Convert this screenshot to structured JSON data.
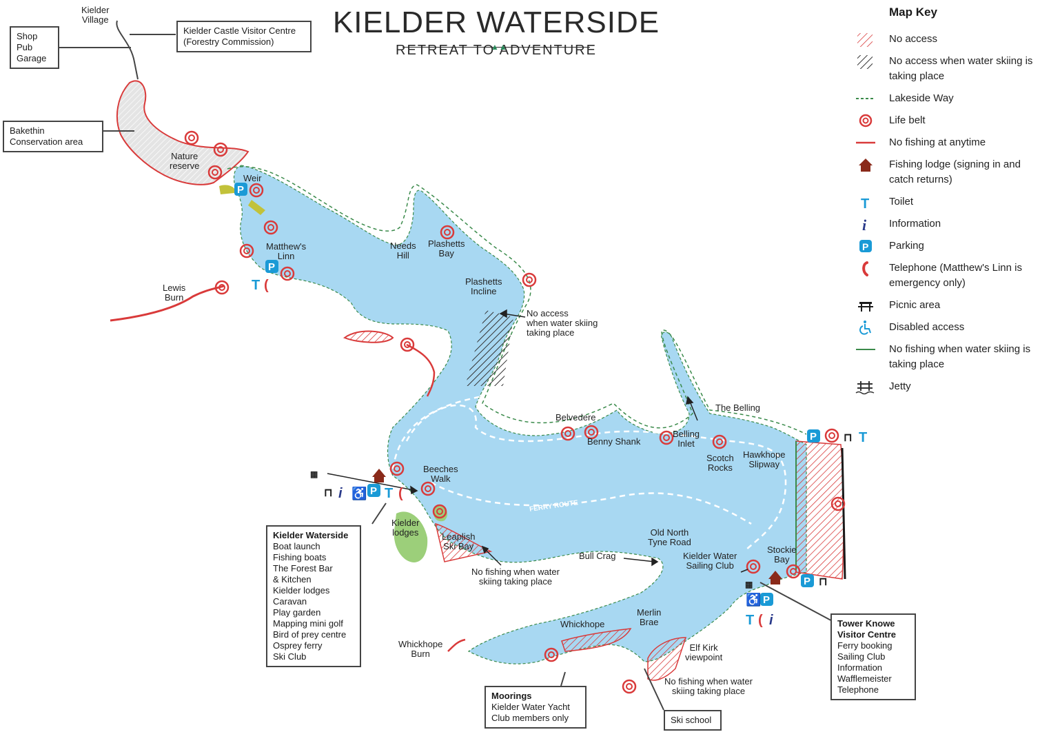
{
  "title": {
    "main": "KIELDER WATERSIDE",
    "tagline": "RETREAT TO ADVENTURE"
  },
  "colors": {
    "water": "#a8d8f2",
    "shore": "#3a8a4a",
    "no_fishing": "#d93a3a",
    "life_belt": "#d93a3a",
    "parking": "#1a9ad6",
    "info": "#2a3a8a",
    "lodge": "#8a2a1a",
    "woodland": "#9ccf7a",
    "restricted_hatch": "#333333"
  },
  "boxes": {
    "shop": [
      "Shop",
      "Pub",
      "Garage"
    ],
    "castle": [
      "Kielder Castle Visitor Centre",
      "(Forestry Commission)"
    ],
    "bakethin": [
      "Bakethin",
      "Conservation area"
    ],
    "waterside": {
      "title": "Kielder Waterside",
      "items": [
        "Boat launch",
        "Fishing boats",
        "The Forest Bar",
        "& Kitchen",
        "Kielder lodges",
        "Caravan",
        "Play garden",
        "Mapping mini golf",
        "Bird of prey centre",
        "Osprey ferry",
        "Ski Club"
      ]
    },
    "tower": {
      "title1": "Tower Knowe",
      "title2": "Visitor Centre",
      "items": [
        "Ferry booking",
        "Sailing Club",
        "Information",
        "Wafflemeister",
        "Telephone"
      ]
    },
    "moorings": {
      "title": "Moorings",
      "items": [
        "Kielder Water Yacht",
        "Club members only"
      ]
    },
    "ski": "Ski school"
  },
  "places": {
    "kielder_village": "Kielder\nVillage",
    "nature_reserve": "Nature\nreserve",
    "weir": "Weir",
    "matthews_linn": "Matthew's\nLinn",
    "lewis_burn": "Lewis\nBurn",
    "needs_hill": "Needs\nHill",
    "plashetts_bay": "Plashetts\nBay",
    "plashetts_incline": "Plashetts\nIncline",
    "no_access_ski": "No access\nwhen water skiing\ntaking place",
    "belvedere": "Belvedere",
    "benny_shank": "Benny Shank",
    "belling_inlet": "Belling\nInlet",
    "the_belling": "The Belling",
    "scotch_rocks": "Scotch\nRocks",
    "hawkhope": "Hawkhope\nSlipway",
    "beeches_walk": "Beeches\nWalk",
    "kielder_lodges": "Kielder\nlodges",
    "leaplish": "Leaplish\nSki Bay",
    "no_fishing_1": "No fishing when water\nskiing taking place",
    "ferry_route": "FERRY ROUTE",
    "old_north": "Old North\nTyne Road",
    "bull_crag": "Bull Crag",
    "sailing_club": "Kielder Water\nSailing Club",
    "stockie": "Stockie\nBay",
    "whickhope": "Whickhope",
    "merlin": "Merlin\nBrae",
    "whickhope_burn": "Whickhope\nBurn",
    "elf_kirk": "Elf Kirk\nviewpoint",
    "no_fishing_2": "No fishing when water\nskiing taking place"
  },
  "key": {
    "heading": "Map Key",
    "items": [
      {
        "icon": "no-access-hatch-icon",
        "label": "No access"
      },
      {
        "icon": "ski-hatch-icon",
        "label": "No access when water skiing is taking place"
      },
      {
        "icon": "lakeside-way-icon",
        "label": "Lakeside Way"
      },
      {
        "icon": "life-belt-icon",
        "label": "Life belt"
      },
      {
        "icon": "no-fishing-line-icon",
        "label": "No fishing at anytime"
      },
      {
        "icon": "fishing-lodge-icon",
        "label": "Fishing lodge (signing in and catch returns)"
      },
      {
        "icon": "toilet-icon",
        "label": "Toilet"
      },
      {
        "icon": "information-icon",
        "label": "Information"
      },
      {
        "icon": "parking-icon",
        "label": "Parking"
      },
      {
        "icon": "telephone-icon",
        "label": "Telephone (Matthew's Linn is emergency only)"
      },
      {
        "icon": "picnic-icon",
        "label": "Picnic area"
      },
      {
        "icon": "disabled-access-icon",
        "label": "Disabled access"
      },
      {
        "icon": "no-fishing-ski-line-icon",
        "label": "No fishing when water skiing is taking place"
      },
      {
        "icon": "jetty-icon",
        "label": "Jetty"
      }
    ]
  }
}
